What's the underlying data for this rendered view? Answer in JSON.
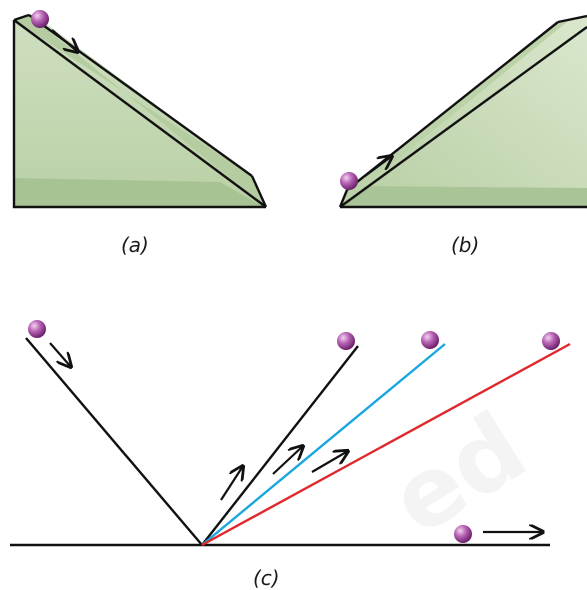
{
  "panels": {
    "a": {
      "label": "(a)"
    },
    "b": {
      "label": "(b)"
    },
    "c": {
      "label": "(c)"
    }
  },
  "watermark": {
    "text": "ed"
  },
  "colors": {
    "block_fill_top": "#c9dbb9",
    "block_fill_bottom": "#9fbf8a",
    "block_base_band": "#a6c292",
    "outline": "#111111",
    "blue_ramp": "#1aa7e0",
    "red_ramp": "#e0282c",
    "ball_light": "#e9b7e8",
    "ball_dark": "#7c2a7c",
    "watermark": "#f4f4f4"
  }
}
